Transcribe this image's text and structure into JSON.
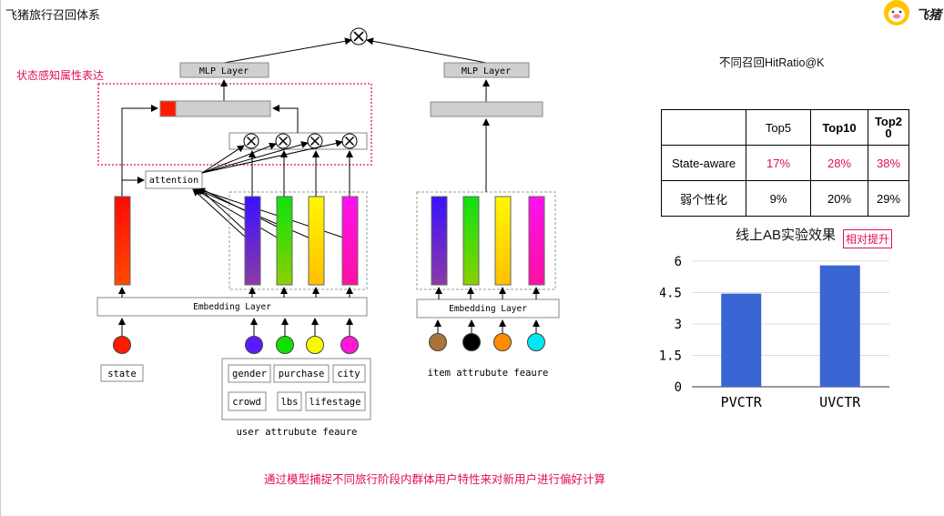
{
  "page": {
    "title": "飞猪旅行召回体系",
    "logo_text": "飞猪",
    "red_label": "状态感知属性表达",
    "bottom_caption": "通过模型捕捉不同旅行阶段内群体用户特性来对新用户进行偏好计算"
  },
  "diagram": {
    "mlp_left": "MLP Layer",
    "mlp_right": "MLP Layer",
    "attention": "attention",
    "embedding_left": "Embedding Layer",
    "embedding_right": "Embedding Layer",
    "state_label": "state",
    "user_features": [
      "gender",
      "purchase",
      "city",
      "crowd",
      "lbs",
      "lifestage"
    ],
    "user_caption": "user attrubute feaure",
    "item_caption": "item attrubute feaure",
    "colors": {
      "state": "#ff1a00",
      "user": [
        "#5a1aff",
        "#11e000",
        "#f7f700",
        "#ff1ad8"
      ],
      "item": [
        "#a8743a",
        "#000000",
        "#ff8c00",
        "#00e8f0"
      ],
      "accent_red": "#e0124f"
    },
    "icons": [
      "multiply-icon"
    ]
  },
  "hit_table": {
    "title": "不同召回HitRatio@K",
    "headers": [
      "",
      "Top5",
      "Top10",
      "Top2\n0"
    ],
    "rows": [
      [
        "State-aware",
        "17%",
        "28%",
        "38%"
      ],
      [
        "弱个性化",
        "9%",
        "20%",
        "29%"
      ]
    ]
  },
  "chart_data": {
    "type": "bar",
    "title": "线上AB实验效果",
    "badge": "相对提升",
    "categories": [
      "PVCTR",
      "UVCTR"
    ],
    "values": [
      4.45,
      5.8
    ],
    "ylim": [
      0,
      6
    ],
    "yticks": [
      "0",
      "1.5",
      "3",
      "4.5",
      "6"
    ],
    "grid": true,
    "bar_color": "#3a66d4"
  }
}
